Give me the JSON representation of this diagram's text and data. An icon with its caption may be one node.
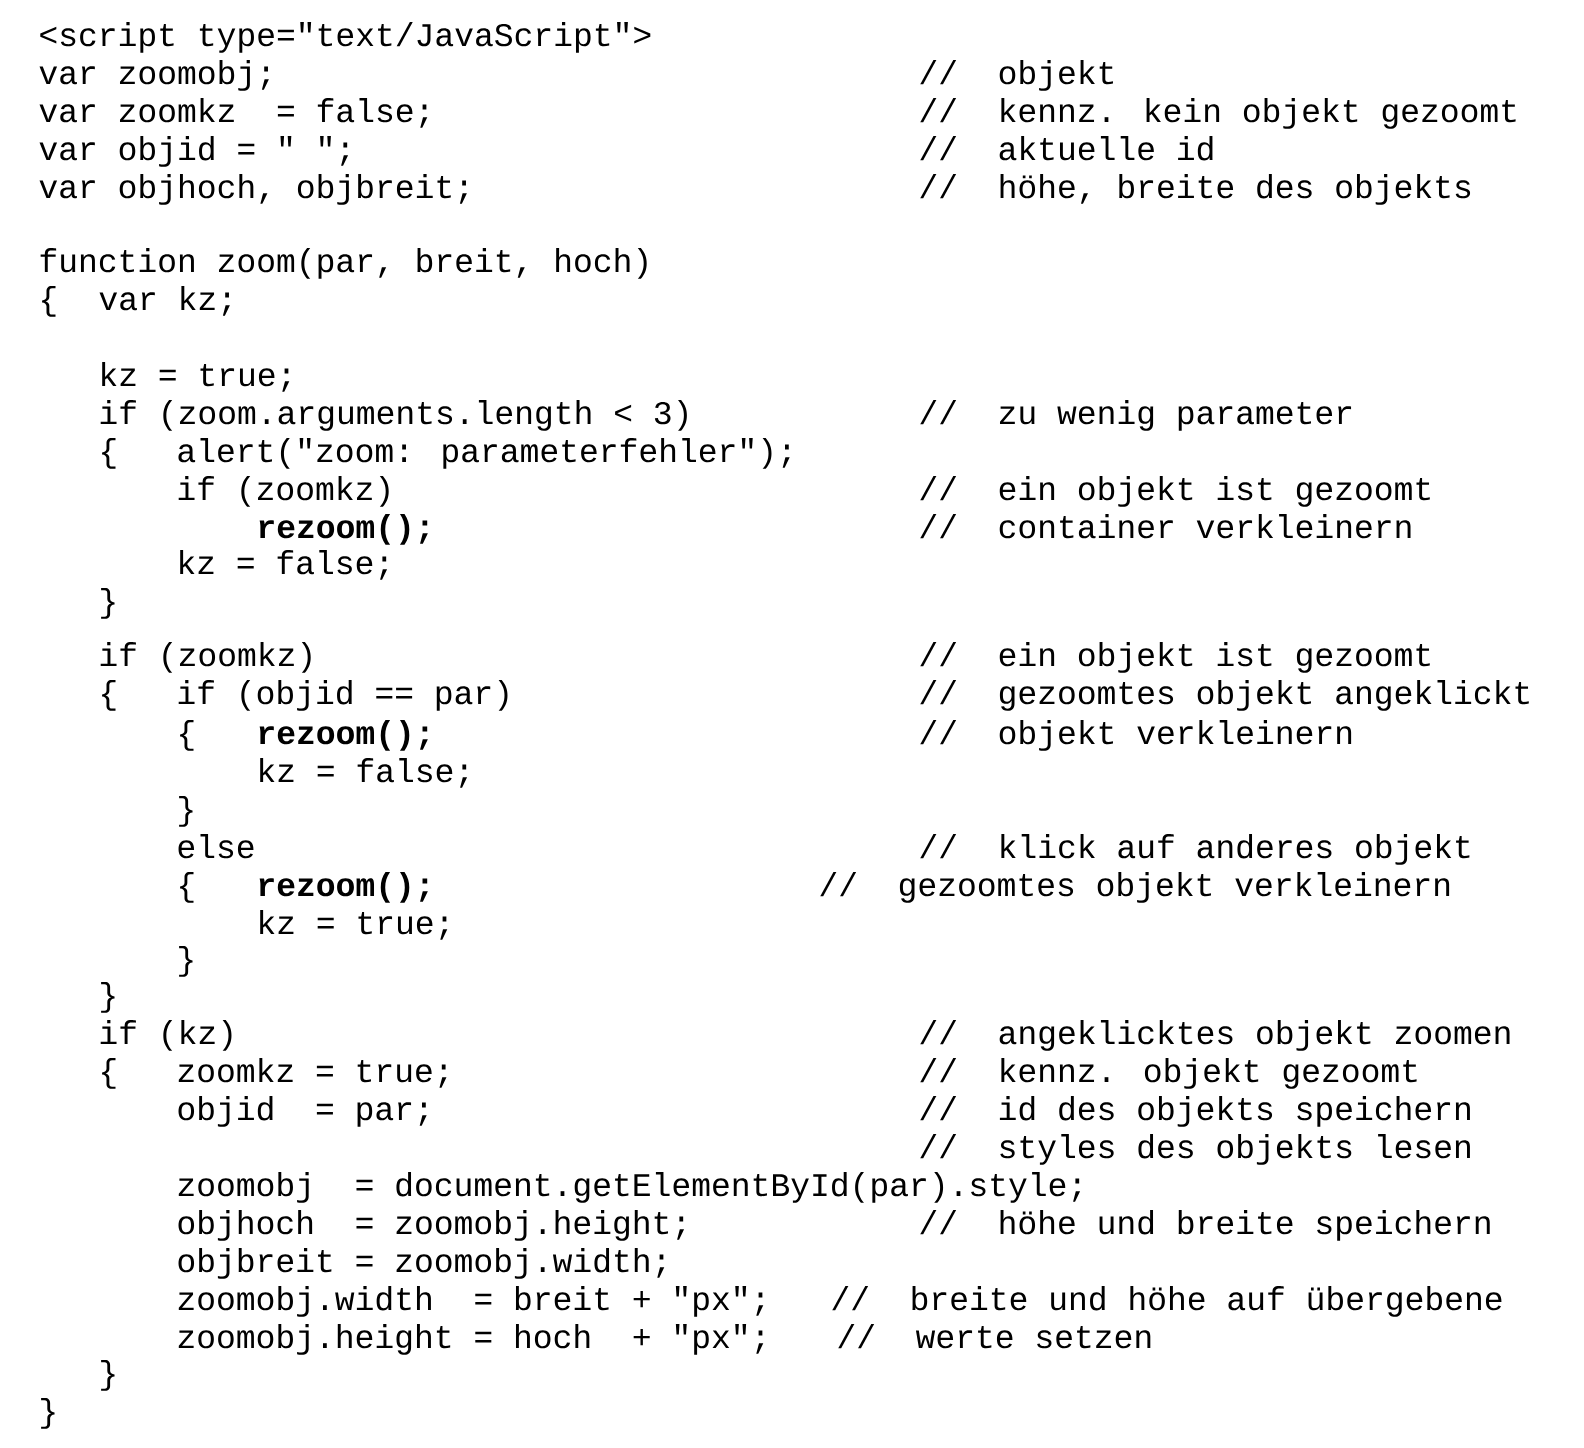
{
  "diagram": {
    "labels": [
      "<script type=\"text/JavaScript\">",
      "var zoomobj;",
      "//  objekt",
      "var zoomkz  = false;",
      "//  kennz. kein objekt gezoomt",
      "var objid = \" \";",
      "//  aktuelle id",
      "var objhoch, objbreit;",
      "//  höhe, breite des objekts",
      "function zoom(par, breit, hoch)",
      "{",
      "var kz;",
      "kz = true;",
      "if (zoom.arguments.length < 3)",
      "//  zu wenig parameter",
      "{",
      "alert(\"zoom: parameterfehler\");",
      "if (zoomkz)",
      "//  ein objekt ist gezoomt",
      "rezoom();",
      "//  container verkleinern",
      "kz = false;",
      "}",
      "if (zoomkz)",
      "//  ein objekt ist gezoomt",
      "{",
      "if (objid == par)",
      "//  gezoomtes objekt angeklickt",
      "{",
      "rezoom();",
      "//  objekt verkleinern",
      "kz = false;",
      "}",
      "else",
      "//  klick auf anderes objekt",
      "{",
      "rezoom();",
      "//  gezoomtes objekt verkleinern",
      "kz = true;",
      "}",
      "}",
      "if (kz)",
      "//  angeklicktes objekt zoomen",
      "{",
      "zoomkz = true;",
      "//  kennz. objekt gezoomt",
      "objid  = par;",
      "//  id des objekts speichern",
      "//  styles des objekts lesen",
      "zoomobj  = document.getElementById(par).style;",
      "objhoch  = zoomobj.height;",
      "//  höhe und breite speichern",
      "objbreit = zoomobj.width;",
      "zoomobj.width  = breit + \"px\";",
      "//  breite und höhe auf übergebene",
      "zoomobj.height = hoch  + \"px\";",
      "//  werte setzen",
      "}",
      "}"
    ]
  }
}
